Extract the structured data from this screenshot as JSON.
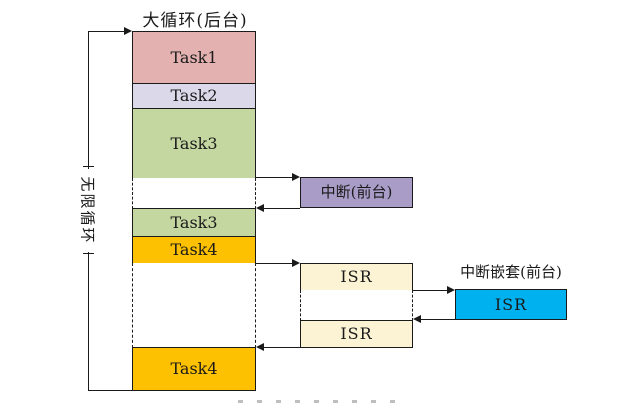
{
  "title": "大循环(后台)",
  "infinite_loop_label": "无限循环",
  "column_boxes": [
    {
      "label": "Task1",
      "color": "#E3B2B0"
    },
    {
      "label": "Task2",
      "color": "#DBD8E9"
    },
    {
      "label": "Task3",
      "color": "#C4D7A1"
    },
    {
      "label": "Task3",
      "color": "#C4D7A1"
    },
    {
      "label": "Task4",
      "color": "#FDC101"
    },
    {
      "label": "Task4",
      "color": "#FDC101"
    }
  ],
  "foreground": {
    "interrupt_label": "中断(前台)",
    "interrupt_color": "#A99DC8",
    "isr_label_1": "ISR",
    "isr_label_2": "ISR",
    "isr_color": "#FCF3D5",
    "nested_title": "中断嵌套(前台)",
    "nested_isr_label": "ISR",
    "nested_isr_color": "#00B1F0"
  },
  "line_color": "#1a1a1a"
}
